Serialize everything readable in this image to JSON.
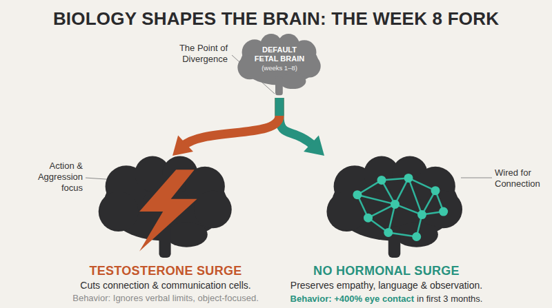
{
  "diagram": {
    "title": "BIOLOGY SHAPES THE BRAIN: THE WEEK 8 FORK",
    "nodes": [
      {
        "text": [
          "DEFAULT FETAL BRAIN",
          "(weeks 1–8)"
        ]
      },
      {
        "text": [
          "TESTOSTERONE SURGE",
          "Cuts connection & communication cells.",
          "Behavior: Ignores verbal limits, object-focused."
        ]
      },
      {
        "text": [
          "NO HORMONAL SURGE",
          "Preserves empathy, language & observation.",
          "Behavior: +400% eye contact",
          "in first 3 months."
        ]
      }
    ],
    "edges": [
      {
        "from": 0,
        "to": 1,
        "arrow": "to"
      },
      {
        "from": 0,
        "to": 2,
        "arrow": "to"
      }
    ],
    "labels": [
      "The Point of Divergence",
      "Action & Aggression focus",
      "Wired for Connection"
    ]
  }
}
